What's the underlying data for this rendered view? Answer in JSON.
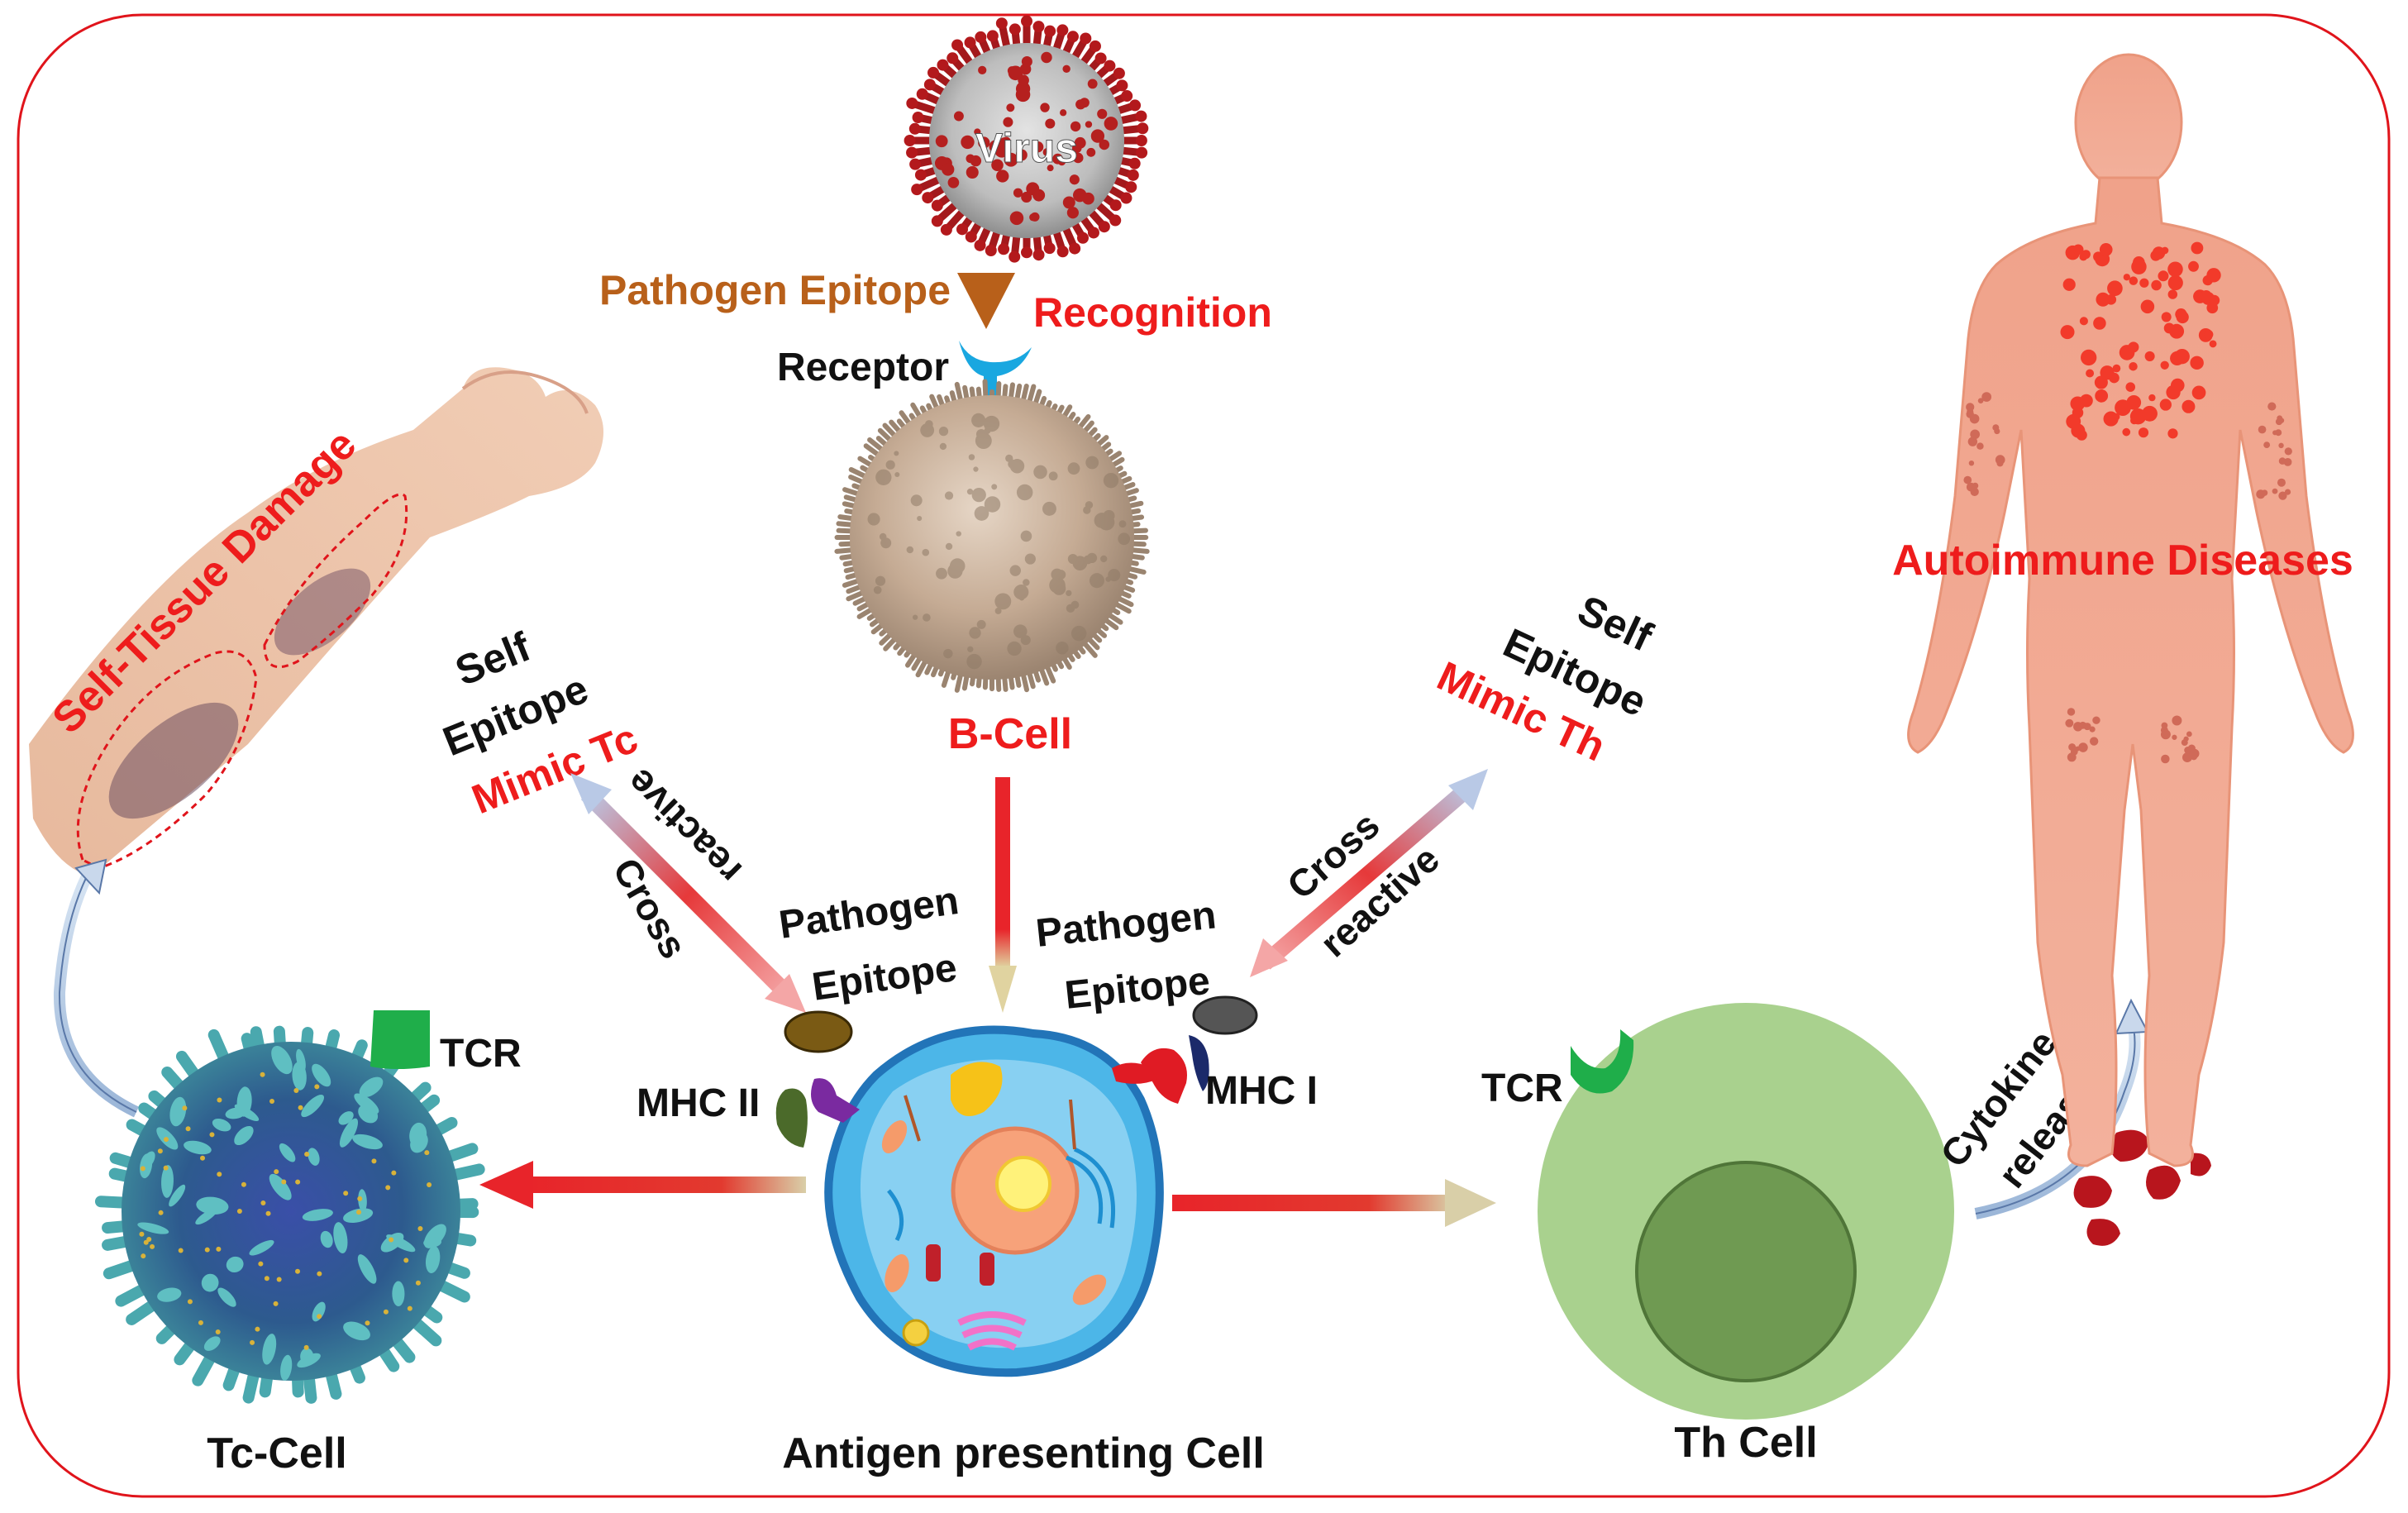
{
  "labels": {
    "virus": "Virus",
    "pathogen_epitope_top": "Pathogen Epitope",
    "recognition": "Recognition",
    "receptor": "Receptor",
    "b_cell": "B-Cell",
    "self_tissue_damage": "Self-Tissue Damage",
    "left_self": "Self",
    "left_epitope": "Epitope",
    "left_mimic": "Mimic Tc",
    "left_cross": "Cross",
    "left_reactive": "reactive",
    "left_pathogen": "Pathogen",
    "left_pathogen_epitope": "Epitope",
    "right_self": "Self",
    "right_epitope": "Epitope",
    "right_mimic": "Mimic Th",
    "right_cross": "Cross",
    "right_reactive": "reactive",
    "right_pathogen": "Pathogen",
    "right_pathogen_epitope": "Epitope",
    "mhc2": "MHC II",
    "mhc1": "MHC I",
    "tcr_left": "TCR",
    "tcr_right": "TCR",
    "cytokine": "Cytokine",
    "release": "release",
    "autoimmune": "Autoimmune Diseases",
    "tc_cell": "Tc-Cell",
    "apc": "Antigen presenting Cell",
    "th_cell": "Th Cell"
  },
  "colors": {
    "border": "#e0141b",
    "label_red": "#ee1c1c",
    "label_orange": "#b8601a",
    "arrow_red": "#e8242a",
    "receptor_blue": "#19a7e0",
    "tcr_green": "#1fae4a",
    "th_outer": "#a9d18e",
    "th_inner": "#6f9a52",
    "body_skin": "#f2a98f",
    "apc_outer": "#4cb6e8"
  },
  "icons": {
    "virus": "coronavirus-icon",
    "b_cell": "b-cell-icon",
    "apc": "antigen-presenting-cell-icon",
    "tc_cell": "tc-cell-icon",
    "th_cell": "th-cell-icon",
    "arm": "arm-icon",
    "human_body": "human-body-icon",
    "cytokines": "cytokine-droplets-icon"
  }
}
